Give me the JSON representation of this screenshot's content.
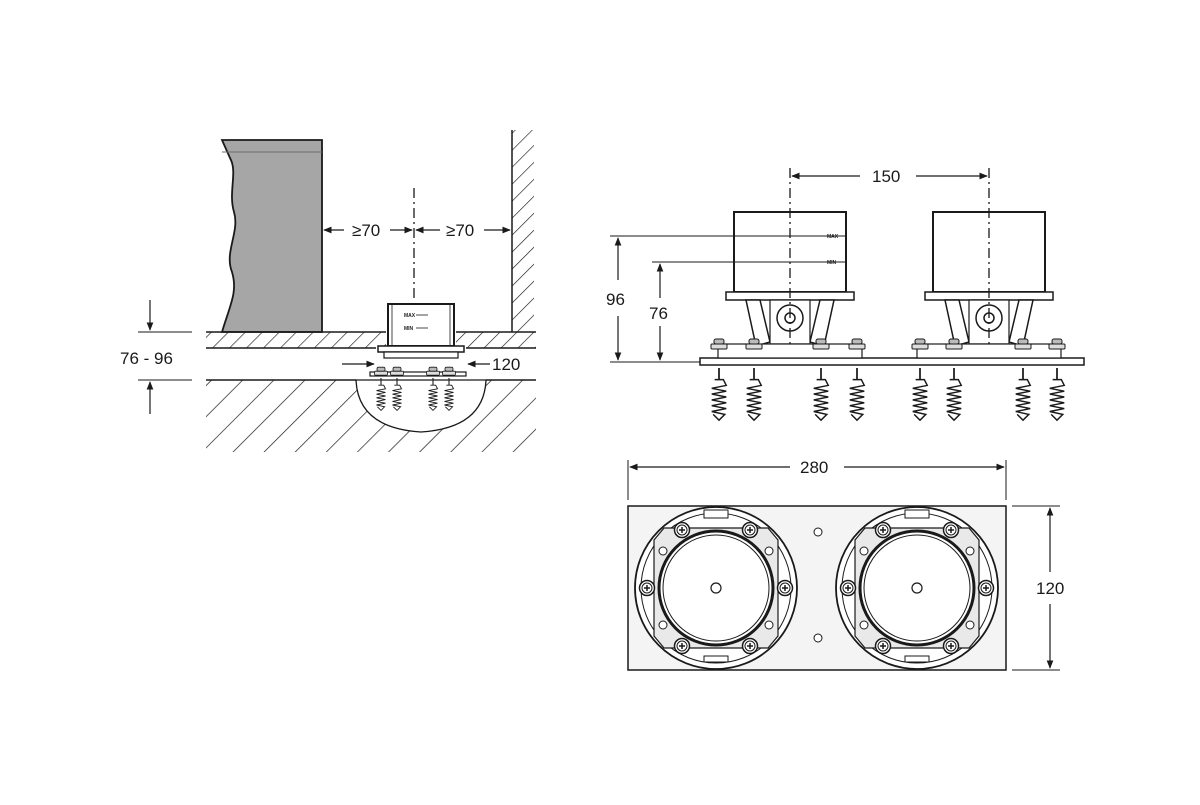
{
  "side_view": {
    "dim_left_gap": "≥70",
    "dim_right_gap": "≥70",
    "dim_height_range": "76 - 96",
    "dim_box_width": "120",
    "box_label_max": "MAX",
    "box_label_min": "MIN"
  },
  "front_view": {
    "dim_spacing": "150",
    "dim_max_height": "96",
    "dim_min_height": "76",
    "box_label_max": "MAX",
    "box_label_min": "MIN"
  },
  "top_view": {
    "dim_total_width": "280",
    "dim_depth": "120"
  },
  "colors": {
    "line": "#1a1a1a",
    "cabinet_fill": "#a6a6a6",
    "plate_fill": "#f4f4f4"
  }
}
